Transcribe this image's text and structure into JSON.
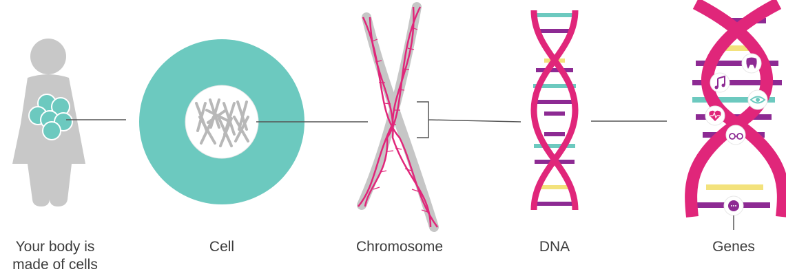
{
  "labels": {
    "body": "Your body is\nmade of cells",
    "body_line1": "Your body is",
    "body_line2": "made of cells",
    "cell": "Cell",
    "chromosome": "Chromosome",
    "dna": "DNA",
    "genes": "Genes"
  },
  "colors": {
    "body_grey": "#c8c8c8",
    "cell_teal": "#6cc9bf",
    "chromosome_grey": "#c6c6c6",
    "dna_pink": "#e0267a",
    "dna_purple": "#8d2a93",
    "rung_teal": "#6cc9bf",
    "rung_yellow": "#f3e27c",
    "connector": "#555555",
    "text": "#3d3d3d"
  },
  "gene_icons": [
    "tooth-icon",
    "music-note-icon",
    "eye-icon",
    "heartbeat-icon",
    "glasses-icon",
    "speech-bubble-icon"
  ]
}
